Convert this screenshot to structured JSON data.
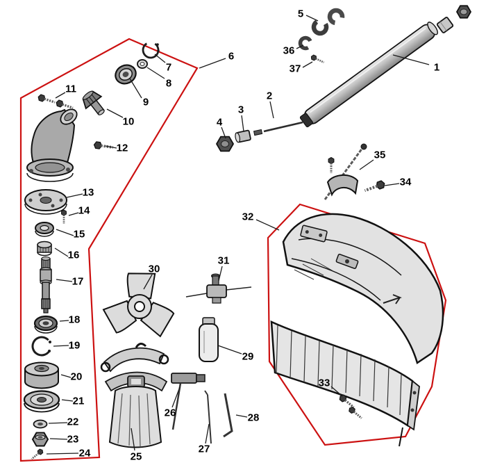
{
  "diagram": {
    "kind": "exploded-parts-diagram",
    "subject": "string trimmer / brush cutter parts breakdown",
    "background": "#ffffff",
    "ink_color": "#141414",
    "outline_color": "#cc1111"
  },
  "labels": {
    "n1": "1",
    "n2": "2",
    "n3": "3",
    "n4": "4",
    "n5": "5",
    "n6": "6",
    "n7": "7",
    "n8": "8",
    "n9": "9",
    "n10": "10",
    "n11": "11",
    "n12": "12",
    "n13": "13",
    "n14": "14",
    "n15": "15",
    "n16": "16",
    "n17": "17",
    "n18": "18",
    "n19": "19",
    "n20": "20",
    "n21": "21",
    "n22": "22",
    "n23": "23",
    "n24": "24",
    "n25": "25",
    "n26": "26",
    "n27": "27",
    "n28": "28",
    "n29": "29",
    "n30": "30",
    "n31": "31",
    "n32": "32",
    "n33": "33",
    "n34": "34",
    "n35": "35",
    "n36": "36",
    "n37": "37"
  }
}
